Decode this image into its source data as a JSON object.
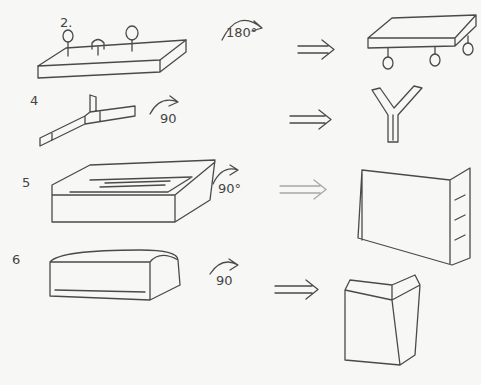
{
  "diagram": {
    "labels": [
      "2.",
      "180°",
      "4",
      "90",
      "5",
      "90°",
      "6",
      "90"
    ]
  }
}
